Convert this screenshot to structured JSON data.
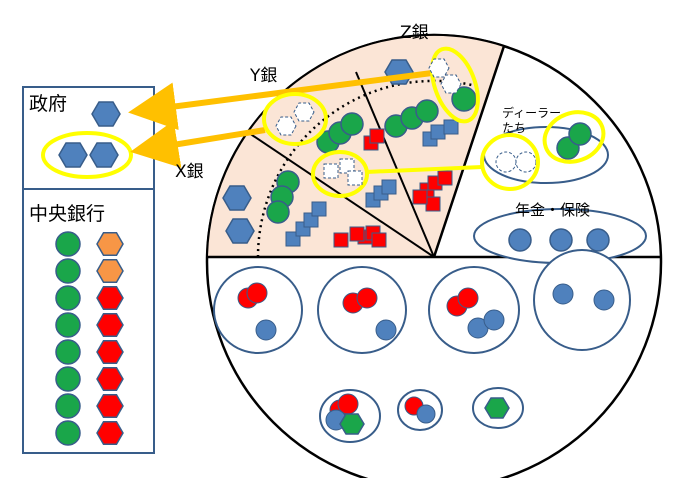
{
  "labels": {
    "government": "政府",
    "central_bank": "中央銀行",
    "bank_x": "X銀",
    "bank_y": "Y銀",
    "bank_z": "Z銀",
    "dealers": "ディーラーたち",
    "pension": "年金・保険"
  },
  "colors": {
    "gov_bond": "#4f81bd",
    "cb_reserve": "#1aa64a",
    "cash_red": "#ff0000",
    "cb_orange": "#f79646",
    "highlight": "#ffff00",
    "arrow": "#ffc000",
    "bank_fill": "#fbe5d6",
    "outline": "#385d8a"
  },
  "icons": [
    "hexagon-bond-icon",
    "circle-reserve-icon",
    "square-deposit-icon"
  ]
}
